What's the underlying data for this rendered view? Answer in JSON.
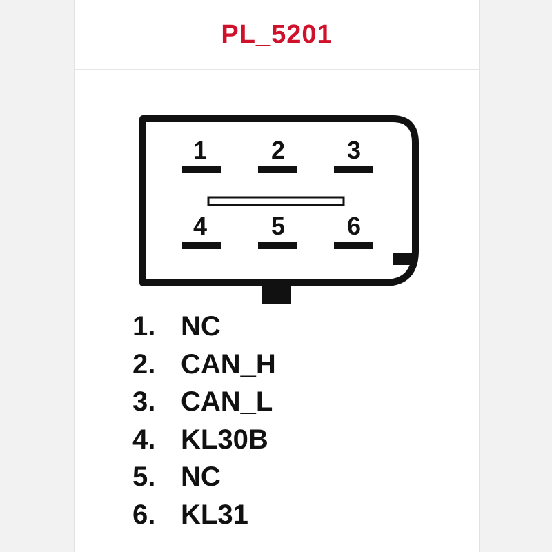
{
  "title": "PL_5201",
  "colors": {
    "title": "#d0112b",
    "ink": "#111111",
    "background": "#ffffff"
  },
  "connector": {
    "pin_labels": [
      "1",
      "2",
      "3",
      "4",
      "5",
      "6"
    ]
  },
  "pins": [
    {
      "number": "1.",
      "signal": "NC"
    },
    {
      "number": "2.",
      "signal": "CAN_H"
    },
    {
      "number": "3.",
      "signal": "CAN_L"
    },
    {
      "number": "4.",
      "signal": "KL30B"
    },
    {
      "number": "5.",
      "signal": "NC"
    },
    {
      "number": "6.",
      "signal": "KL31"
    }
  ]
}
